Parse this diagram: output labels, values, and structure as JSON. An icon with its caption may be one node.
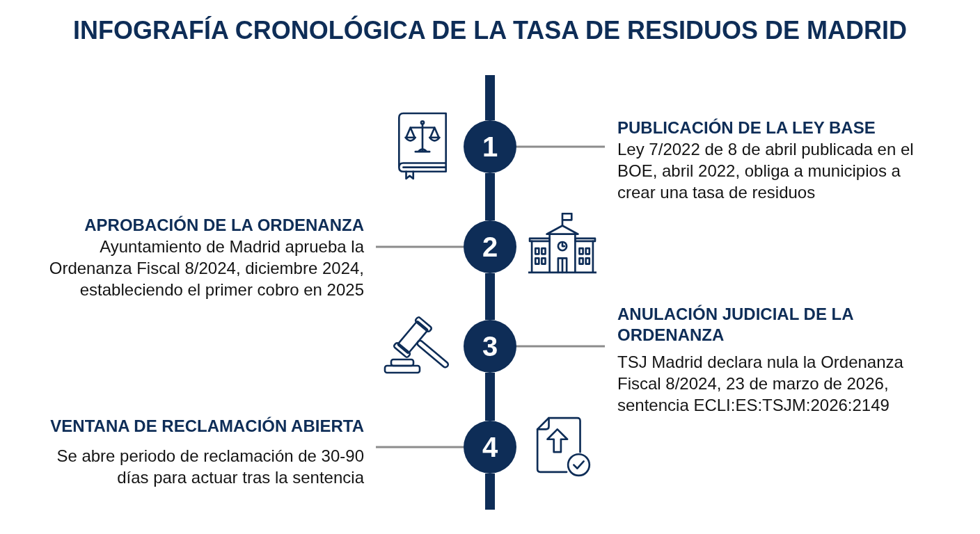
{
  "diagram": {
    "title": "INFOGRAFÍA CRONOLÓGICA DE LA TASA DE RESIDUOS DE MADRID",
    "nodes": [
      {
        "text": [
          "1"
        ]
      },
      {
        "text": [
          "PUBLICACIÓN DE LA LEY BASE",
          "Ley 7/2022 de 8 de abril publicada en el BOE, abril 2022, obliga a municipios a crear una tasa de residuos"
        ]
      },
      {
        "text": [
          "2"
        ]
      },
      {
        "text": [
          "APROBACIÓN DE LA ORDENANZA",
          "Ayuntamiento de Madrid aprueba la Ordenanza Fiscal 8/2024, diciembre 2024, estableciendo el primer cobro en 2025"
        ]
      },
      {
        "text": [
          "3"
        ]
      },
      {
        "text": [
          "ANULACIÓN JUDICIAL DE LA ORDENANZA",
          "TSJ Madrid declara nula la Ordenanza Fiscal 8/2024, 23 de marzo de 2026, sentencia ECLI:ES:TSJM:2026:2149"
        ]
      },
      {
        "text": [
          "4"
        ]
      },
      {
        "text": [
          "VENTANA DE RECLAMACIÓN ABIERTA",
          "Se abre periodo de reclamación de 30-90 días para actuar tras la sentencia"
        ]
      }
    ],
    "edges": [
      {
        "from": null,
        "to": 0,
        "arrow": "none"
      },
      {
        "from": 0,
        "to": 1,
        "arrow": "none",
        "color": "#8c8c8c"
      },
      {
        "from": 0,
        "to": 2,
        "arrow": "none"
      },
      {
        "from": 2,
        "to": 3,
        "arrow": "none",
        "color": "#8c8c8c"
      },
      {
        "from": 2,
        "to": 4,
        "arrow": "none"
      },
      {
        "from": 4,
        "to": 5,
        "arrow": "none",
        "color": "#8c8c8c"
      },
      {
        "from": 4,
        "to": 6,
        "arrow": "none"
      },
      {
        "from": 6,
        "to": 7,
        "arrow": "none",
        "color": "#8c8c8c"
      },
      {
        "from": 6,
        "to": null,
        "arrow": "none"
      }
    ]
  }
}
